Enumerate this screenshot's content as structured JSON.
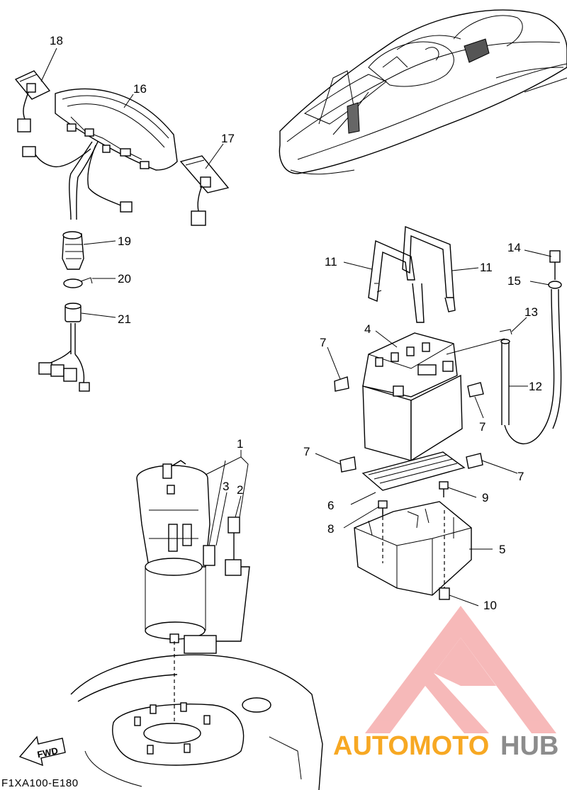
{
  "diagram_code": "F1XA100-E180",
  "fwd_label": "FWD",
  "watermark": {
    "part1": "AUTOMOTO",
    "part2": "HUB",
    "color_orange": "#f7a823",
    "color_gray": "#8c8c8c",
    "logo_color": "#f4a2a2"
  },
  "callouts": [
    "1",
    "2",
    "3",
    "4",
    "5",
    "6",
    "7",
    "8",
    "9",
    "10",
    "11",
    "12",
    "13",
    "14",
    "15",
    "16",
    "17",
    "18",
    "19",
    "20",
    "21"
  ],
  "extra_callouts": {
    "7": "7",
    "11": "11"
  }
}
